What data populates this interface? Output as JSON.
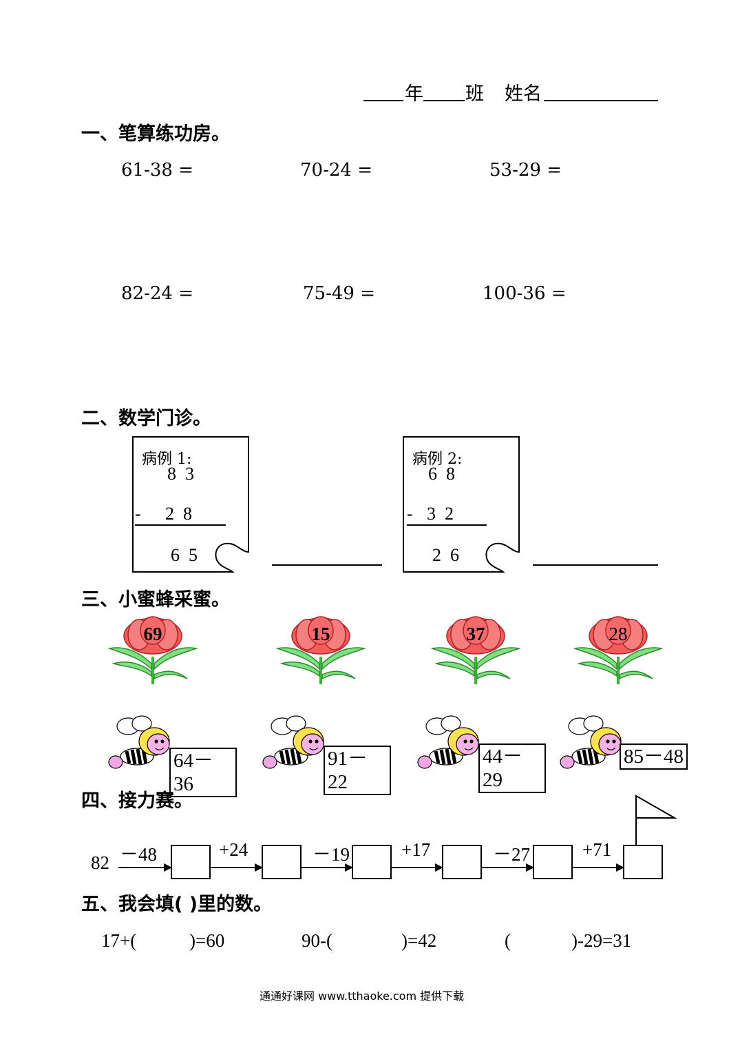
{
  "header": {
    "grade_label": "年",
    "class_label": "班",
    "name_label": "姓名"
  },
  "section1": {
    "title": "一、笔算练功房。",
    "problems": [
      "61-38 =",
      "70-24 =",
      "53-29 =",
      "82-24 =",
      "75-49 =",
      "100-36 ="
    ]
  },
  "section2": {
    "title": "二、数学门诊。",
    "cases": [
      {
        "label": "病例 1:",
        "top": "8  3",
        "minus": "-",
        "sub": "2  8",
        "result": "6  5"
      },
      {
        "label": "病例 2:",
        "top": "6  8",
        "minus": "-",
        "sub": "3  2",
        "result": "2  6"
      }
    ]
  },
  "section3": {
    "title": "三、小蜜蜂采蜜。",
    "flowers": [
      "69",
      "15",
      "37",
      "28"
    ],
    "bees": [
      "64－36",
      "91－22",
      "44－29",
      "85－48"
    ]
  },
  "section4": {
    "title": "四、接力赛。",
    "start": "82",
    "ops": [
      "－48",
      "+24",
      "－19",
      "+17",
      "－27",
      "+71"
    ]
  },
  "section5": {
    "title": "五、我会填(   )里的数。",
    "items": [
      {
        "left": "17+(",
        "right": ")=60"
      },
      {
        "left": "90-(",
        "right": ")=42"
      },
      {
        "left": "(",
        "right": ")-29=31"
      }
    ]
  },
  "footer": {
    "text": "通通好课网  www.tthaoke.com  提供下载"
  }
}
